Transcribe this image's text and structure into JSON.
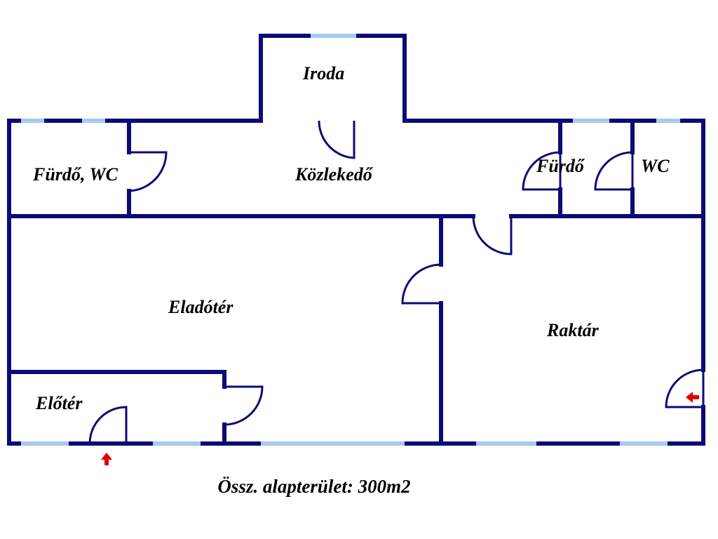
{
  "rooms": {
    "iroda": "Iroda",
    "furdo_wc": "Fürdő, WC",
    "kozlekedo": "Közlekedő",
    "furdo": "Fürdő",
    "wc": "WC",
    "eladoter": "Eladótér",
    "raktar": "Raktár",
    "eloter": "Előtér"
  },
  "total_area": "Össz. alapterület: 300m2",
  "colors": {
    "wall": "#0b0b78",
    "window": "#a9c9ea",
    "entrance_arrow": "#e00000"
  },
  "icons": [
    "entrance-arrow-up-icon",
    "entrance-arrow-left-icon"
  ]
}
